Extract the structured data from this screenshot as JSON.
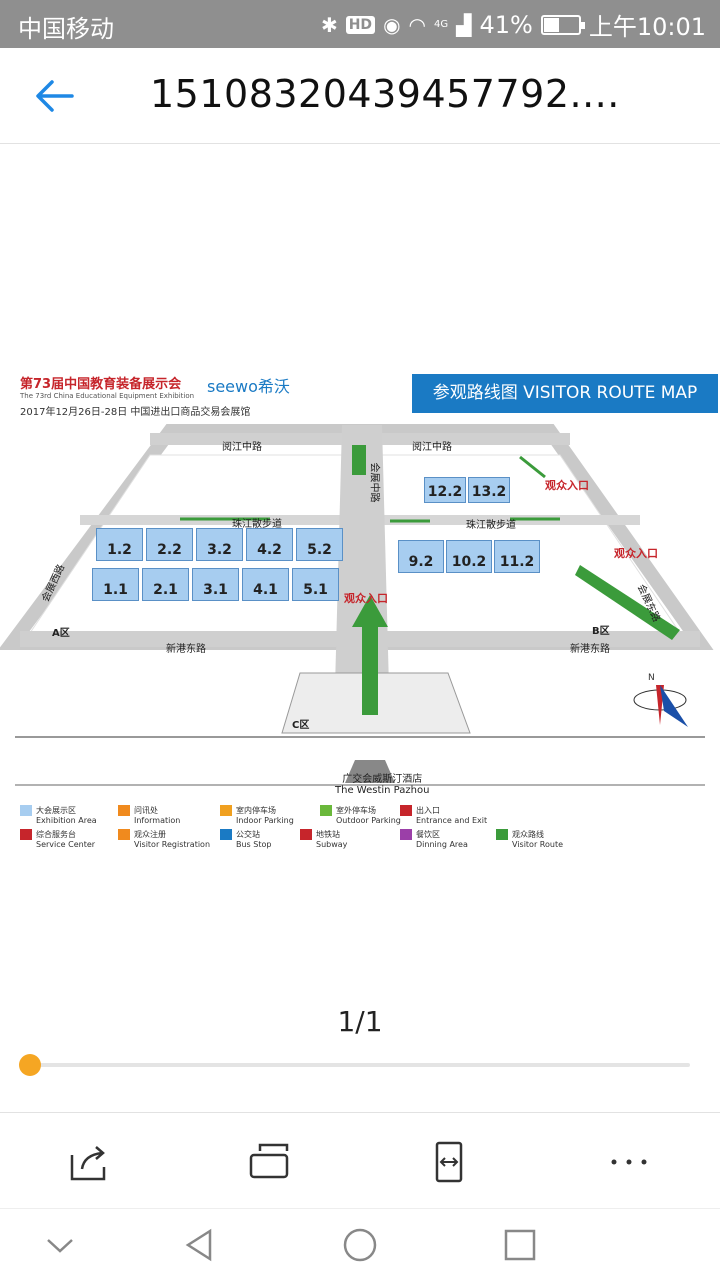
{
  "status_bar": {
    "carrier": "中国移动",
    "network": "4G",
    "battery": "41%",
    "battery_level": 0.41,
    "time": "上午10:01"
  },
  "header": {
    "title": "1510832043945779​2...."
  },
  "map": {
    "logo": "第73届中国教育装备展示会",
    "logo_en": "The 73rd China Educational Equipment Exhibition",
    "brand": "seewo希沃",
    "date_venue": "2017年12月26日-28日    中国进出口商品交易会展馆",
    "banner": "参观路线图  VISITOR ROUTE MAP",
    "halls_top": [
      "1.2",
      "2.2",
      "3.2",
      "4.2",
      "5.2"
    ],
    "halls_bottom": [
      "1.1",
      "2.1",
      "3.1",
      "4.1",
      "5.1"
    ],
    "halls_right_low": [
      "9.2",
      "10.2",
      "11.2"
    ],
    "halls_right_high": [
      "12.2",
      "13.2"
    ],
    "roads": {
      "top_left": "阅江中路",
      "top_right": "阅江中路",
      "walkway_left": "珠江散步道",
      "walkway_right": "珠江散步道",
      "bottom_left": "新港东路",
      "bottom_right": "新港东路",
      "left_diag": "会展西路",
      "right_diag": "会展东路",
      "center_vert": "会展中路"
    },
    "zones": [
      "A区",
      "B区",
      "C区"
    ],
    "entrances": [
      "观众入口",
      "观众入口",
      "观众入口"
    ],
    "hotel": "广交会威斯汀酒店",
    "hotel_en": "The Westin Pazhou",
    "legend": [
      {
        "cn": "大会展示区",
        "en": "Exhibition Area",
        "color": "#a7cdf0"
      },
      {
        "cn": "问讯处",
        "en": "Information",
        "color": "#f08a1e"
      },
      {
        "cn": "室内停车场",
        "en": "Indoor Parking",
        "color": "#f0a020"
      },
      {
        "cn": "室外停车场",
        "en": "Outdoor Parking",
        "color": "#6ab83b"
      },
      {
        "cn": "出入口",
        "en": "Entrance and Exit",
        "color": "#c6252b"
      },
      {
        "cn": "综合服务台",
        "en": "Service Center",
        "color": "#c6252b"
      },
      {
        "cn": "观众注册",
        "en": "Visitor Registration",
        "color": "#f08a1e"
      },
      {
        "cn": "公交站",
        "en": "Bus Stop",
        "color": "#1a7ac4"
      },
      {
        "cn": "地铁站",
        "en": "Subway",
        "color": "#c6252b"
      },
      {
        "cn": "餐饮区",
        "en": "Dinning Area",
        "color": "#9b3fa8"
      },
      {
        "cn": "观众路线",
        "en": "Visitor Route",
        "color": "#3b9b3b"
      }
    ]
  },
  "pager": {
    "text": "1/1",
    "progress": 0.0
  }
}
